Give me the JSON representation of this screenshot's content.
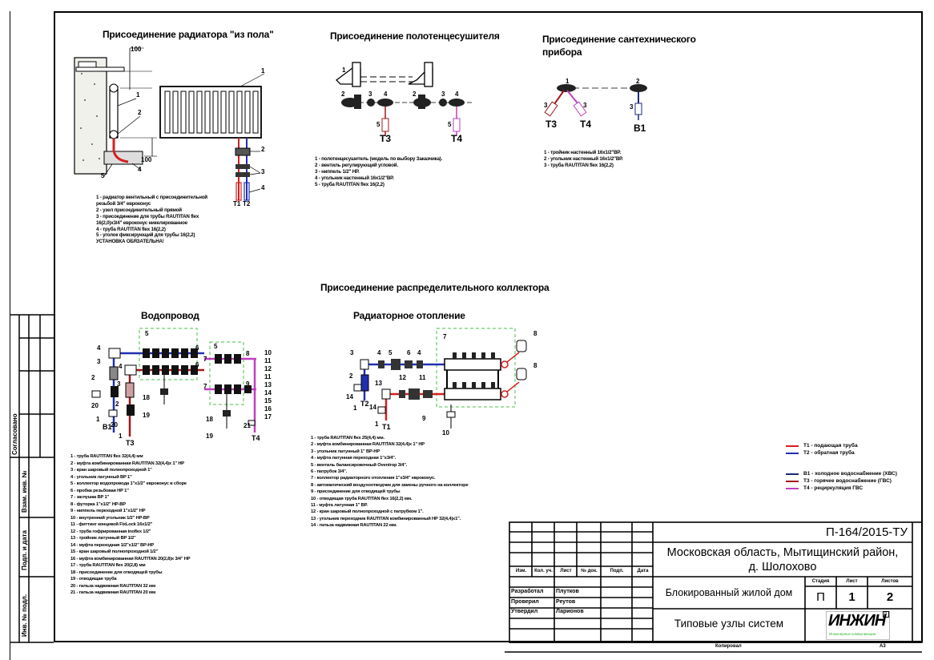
{
  "drawing": {
    "sections": {
      "radiator": {
        "title": "Присоединение радиатора \"из пола\"",
        "dims": [
          "100",
          "100"
        ],
        "callouts": [
          "1",
          "2",
          "3",
          "4",
          "5",
          "1",
          "2",
          "3",
          "4"
        ],
        "pipe_labels": [
          "Т1",
          "Т2"
        ],
        "notes": [
          "1 - радиатор вентильный с присоединительной",
          "резьбой 3/4\" евроконус",
          "2 - узел присоединительный прямой",
          "3 - присоединение для трубы RAUTITAN flex",
          "16(2,0)x3/4\" евроконус никелированное",
          "4 - труба RAUTITAN flex 16(2,2)",
          "5 - уголок фиксирующий для трубы 16(2,2)",
          "УСТАНОВКА ОБЯЗАТЕЛЬНА!"
        ]
      },
      "towel_dryer": {
        "title": "Присоединение полотенцесушителя",
        "callouts": [
          "1",
          "2",
          "3",
          "4",
          "2",
          "3",
          "4",
          "5",
          "5"
        ],
        "pipe_labels": [
          "Т3",
          "Т4"
        ],
        "notes": [
          "1 - полотенцесушитель (модель по выбору Заказчика).",
          "2 - вентиль регулирующий угловой.",
          "3 - ниппель 1/2\" НР.",
          "4 - угольник настенный 16х1/2\"ВР.",
          "5 - труба RAUTITAN flex 16(2,2)"
        ]
      },
      "fixture": {
        "title_line1": "Присоединение сантехнического",
        "title_line2": "прибора",
        "callouts": [
          "1",
          "2",
          "3",
          "3",
          "3"
        ],
        "pipe_labels": [
          "Т3",
          "Т4",
          "В1"
        ],
        "notes": [
          "1 - тройник настенный 16х1/2\"ВР.",
          "2 - угольник настенный 16х1/2\"ВР.",
          "3 - труба RAUTITAN flex 16(2,2)"
        ]
      },
      "collector": {
        "title": "Присоединение распределительного коллектора"
      },
      "water_supply": {
        "title": "Водопровод",
        "callouts": [
          "4",
          "3",
          "2",
          "20",
          "1",
          "4",
          "3",
          "2",
          "20",
          "1",
          "5",
          "6",
          "6",
          "18",
          "19",
          "5",
          "7",
          "7",
          "8",
          "9",
          "10",
          "11",
          "12",
          "11",
          "13",
          "14",
          "15",
          "16",
          "17",
          "21",
          "18",
          "19"
        ],
        "pipe_labels": [
          "В1",
          "Т3",
          "Т4"
        ],
        "notes": [
          "1 - труба RAUTITAN flex 32(4,4) мм",
          "2 - муфта комбинированная RAUTITAN 32(4,4)x 1\" НР",
          "3 - кран шаровый полнопроходной 1\"",
          "4 - угольник латунный ВР 1\"",
          "5 - коллектор водопровода 1\"x1/2\" евроконус в сборе",
          "6 - пробка резьбовая НР 1\"",
          "7 - заглушка ВР 1\"",
          "8 - футорка 1\"x1/2\" НР-ВР",
          "9 - ниппель переходной 1\"x1/2\" НР",
          "10 - внутренний угольник 1/2\" НР-ВР",
          "11 - фиттинг концевой FixLock 16x1/2\"",
          "12 - труба гофрированная inoflex 1/2\"",
          "13 - тройник латунный ВР 1/2\"",
          "14 - муфта переходная 1/2\"x1/2\" ВР-НР",
          "15 - кран шаровый полнопроходной 1/2\"",
          "16 - муфта комбинированная RAUTITAN 20(2,8)x 3/4\" НР",
          "17 - труба RAUTITAN flex 20(2,8) мм",
          "18 - присоединение для отводящей трубы",
          "19 - отводящая труба",
          "20 - гильза надвижная RAUTITAN 32 мм",
          "21 - гильза надвижная RAUTITAN 20 мм"
        ]
      },
      "radiator_heating": {
        "title": "Радиаторное отопление",
        "callouts": [
          "3",
          "4",
          "5",
          "6",
          "4",
          "7",
          "8",
          "8",
          "2",
          "14",
          "1",
          "13",
          "12",
          "11",
          "14",
          "1",
          "9",
          "10"
        ],
        "pipe_labels": [
          "Т2",
          "Т1"
        ],
        "notes": [
          "1 - труба RAUTITAN flex 25(4,4) мм.",
          "2 - муфта комбинированная RAUTITAN 32(4,4)x 1\" НР",
          "3 - угольник латунный 1\" ВР-НР",
          "4 - муфта латунная переходная 1\"x3/4\".",
          "5 - вентиль балансировочный Oventrop 3/4\".",
          "6 - патрубок 3/4\".",
          "7 - коллектор радиаторного отопления 1\"x3/4\" евроконус.",
          "8 - автоматический воздухоотводчик для замены ручного на коллекторе",
          "9 - присоединение для отводящей трубы",
          "10 - отводящая труба RAUTITAN flex 16(2,2) мм.",
          "11 - муфта латунная 1\" ВР.",
          "12 - кран шаровый полнопроходной с патрубком 1\".",
          "13 - угольник переходник RAUTITAN комбинированный НР 32(4,4)x1\".",
          "14 - гильза надвижная RAUTITAN 22 мм."
        ]
      }
    },
    "pipe_legend": [
      {
        "code": "Т1 - подающая труба",
        "color": "#d42020"
      },
      {
        "code": "Т2 - обратная труба",
        "color": "#2030b0"
      },
      {
        "code": "В1 - холодное водоснабжение (ХВС)",
        "color": "#1a2a7a"
      },
      {
        "code": "Т3 - горячее водоснабжение (ГВС)",
        "color": "#a01818"
      },
      {
        "code": "Т4 - рециркуляция ГВС",
        "color": "#c040c0"
      }
    ],
    "colors": {
      "supply": "#d42020",
      "return": "#2030b0",
      "cold": "#1a2a7a",
      "hot": "#a01818",
      "recirc": "#c040c0",
      "frame_dash": "#46c24a",
      "logo_green": "#2fb52f"
    }
  },
  "side_stamp": {
    "agreed": "Согласовано",
    "fields": [
      "Взам. инв. №",
      "Подп. и дата",
      "Инв. № подл."
    ]
  },
  "title_block": {
    "doc_code": "П-164/2015-ТУ",
    "location": "Московская область, Мытищинский район,",
    "location2": "д. Шолохово",
    "object": "Блокированный жилой дом",
    "sheet_title": "Типовые узлы систем",
    "col_headers": [
      "Изм.",
      "Кол. уч.",
      "Лист",
      "№ док.",
      "Подп.",
      "Дата"
    ],
    "roles": [
      {
        "role": "Разработал",
        "name": "Плутков"
      },
      {
        "role": "Проверил",
        "name": "Реутов"
      },
      {
        "role": "Утвердил",
        "name": "Ларионов"
      }
    ],
    "stage_header": "Стадия",
    "sheet_header": "Лист",
    "sheets_header": "Листов",
    "stage": "П",
    "sheet": "1",
    "sheets": "2",
    "logo_text": "ИНЖИН",
    "logo_sub": "Инженерные коммуникации",
    "logo_reg": "R",
    "copied": "Копировал",
    "format": "А3"
  }
}
